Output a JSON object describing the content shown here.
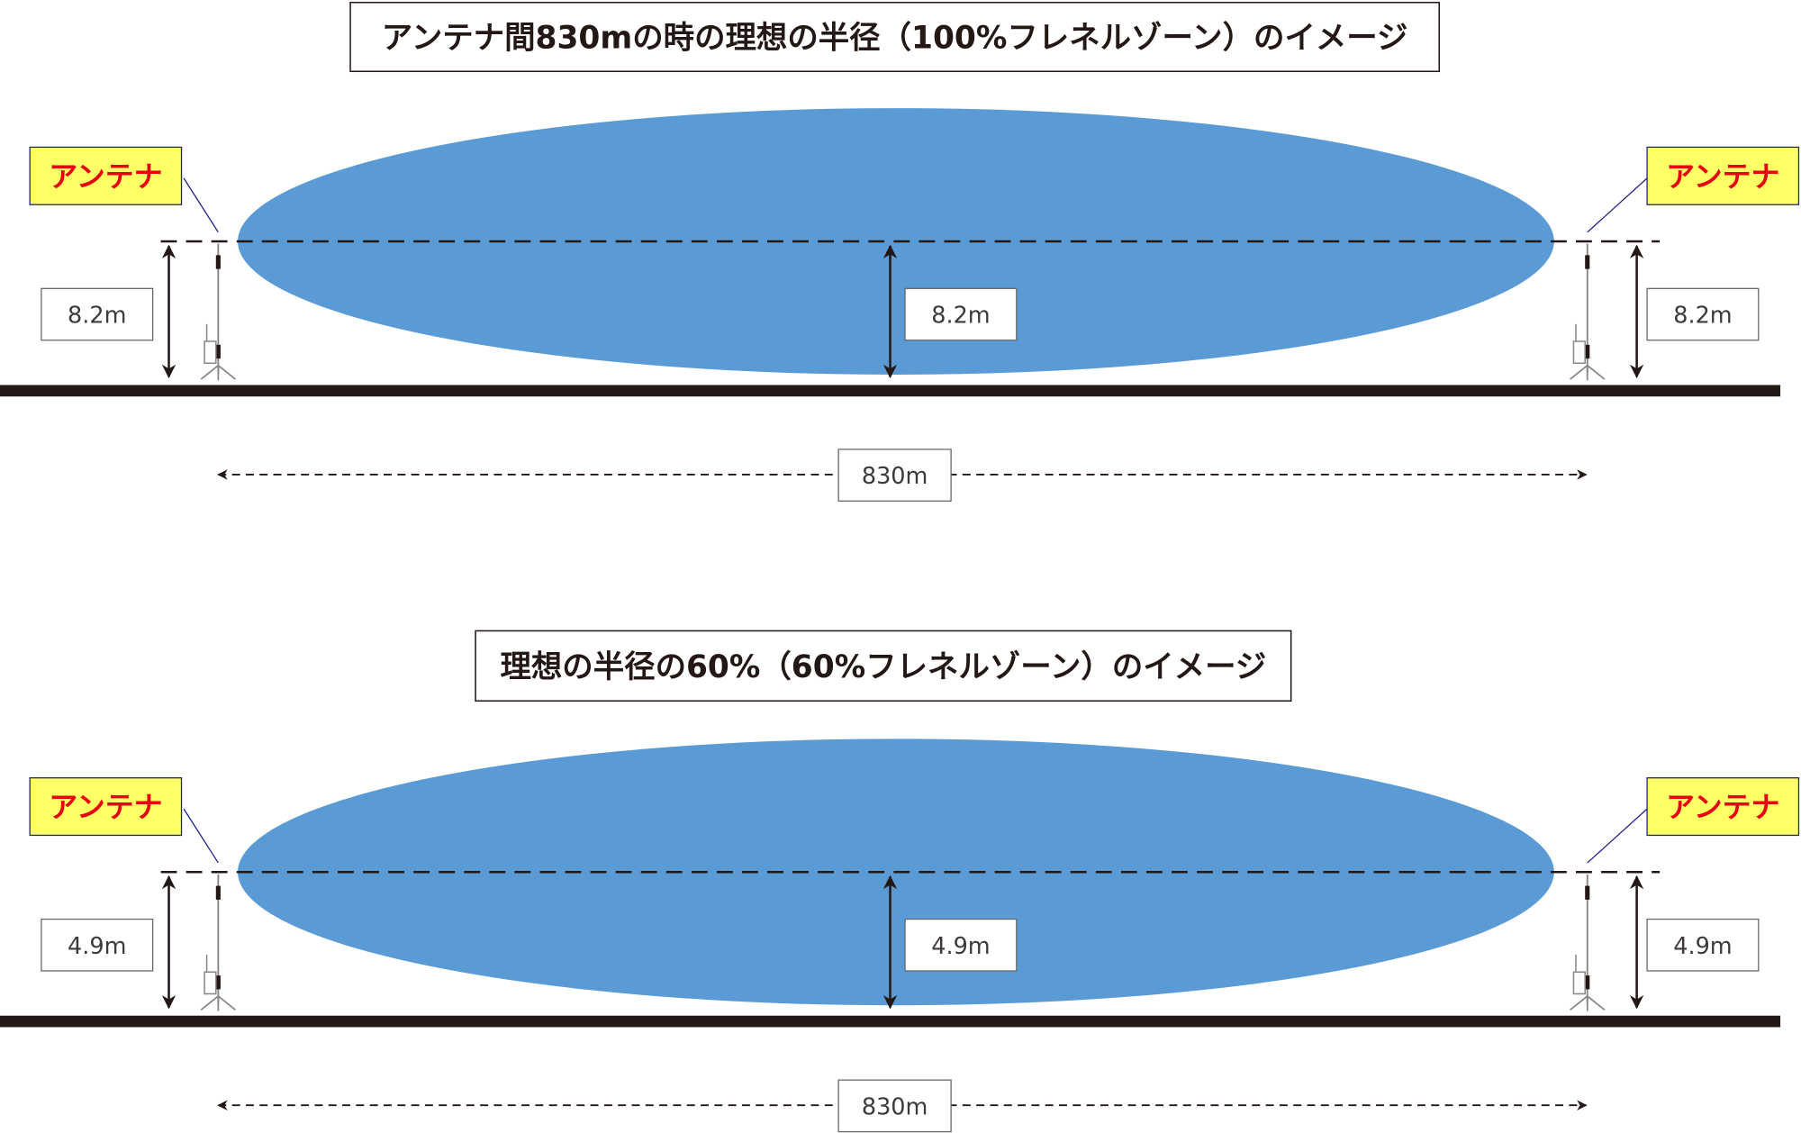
{
  "colors": {
    "zone": "#5b9bd5",
    "label_bg": "#ffff66",
    "label_text": "#e60012",
    "ground": "#231815",
    "leader": "#1d2088"
  },
  "panels": [
    {
      "title": "アンテナ間830mの時の理想の半径（100%フレネルゾーン）のイメージ",
      "antenna_label": "アンテナ",
      "height_label": "8.2m",
      "distance_label": "830m"
    },
    {
      "title": "理想の半径の60%（60%フレネルゾーン）のイメージ",
      "antenna_label": "アンテナ",
      "height_label": "4.9m",
      "distance_label": "830m"
    }
  ]
}
